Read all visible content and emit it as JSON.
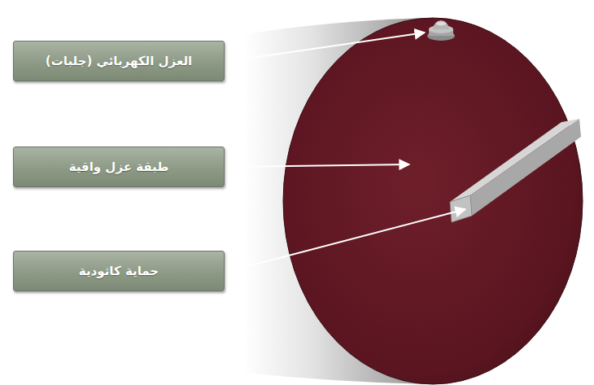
{
  "diagram": {
    "nodes": [
      {
        "text": [
          "العزل الكهربائي (جلبات)"
        ]
      },
      {
        "text": [
          "طبقة عزل واقية"
        ]
      },
      {
        "text": [
          "حماية كاثودية"
        ]
      }
    ]
  }
}
